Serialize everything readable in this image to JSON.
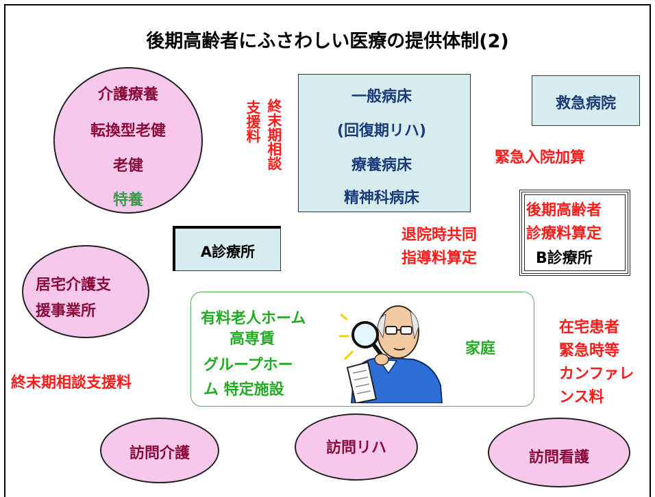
{
  "title": "後期高齢者にふさわしい医療の提供体制(2)",
  "nursing_facilities": {
    "lines": [
      "介護療養",
      "転換型老健",
      "老健",
      "特養"
    ]
  },
  "terminal_support_vertical": {
    "col1": "支援料",
    "col2": "終末期相談"
  },
  "hospital_wards": {
    "lines": [
      "一般病床",
      "(回復期リハ)",
      "療養病床",
      "精神科病床"
    ]
  },
  "emergency_hospital": "救急病院",
  "emergency_admission": "緊急入院加算",
  "clinic_b_box": {
    "lines": [
      "後期高齢者",
      "診療料算定"
    ],
    "label": "B診療所"
  },
  "clinic_a": "A診療所",
  "discharge_guidance": {
    "lines": [
      "退院時共同",
      "指導料算定"
    ]
  },
  "home_care_support": {
    "lines": [
      "居宅介護支",
      "援事業所"
    ]
  },
  "residence": {
    "lines": [
      "有料老人ホーム",
      "高専賃",
      "グループホー",
      "ム 特定施設"
    ],
    "home_label": "家庭"
  },
  "home_conference": {
    "lines": [
      "在宅患者",
      "緊急時等",
      "カンファレ",
      "ンス料"
    ]
  },
  "terminal_support_horizontal": "終末期相談支援料",
  "visit_care": "訪問介護",
  "visit_rehab": "訪問リハ",
  "visit_nursing": "訪問看護",
  "colors": {
    "ellipse_fill": "#f5c8ec",
    "ward_box_fill": "#d6ecef",
    "red_text": "#ff1a1a",
    "green_text": "#22aa22",
    "navy_text": "#1a3a7a",
    "maroon_text": "#8b0a3a"
  },
  "illustration": "elderly-man-with-magnifier"
}
